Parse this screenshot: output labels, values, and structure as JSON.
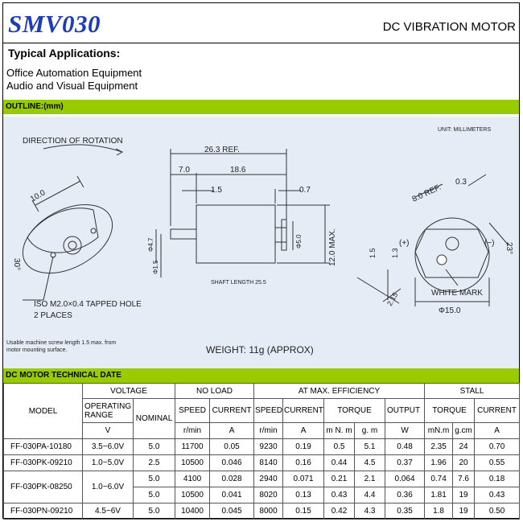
{
  "header": {
    "logo": "SMV030",
    "product_type": "DC VIBRATION MOTOR"
  },
  "applications": {
    "title": "Typical Applications:",
    "items": [
      "Office Automation Equipment",
      "Audio and Visual Equipment"
    ]
  },
  "outline": {
    "section_title": "OUTLINE:(mm)",
    "unit_note": "UNIT: MILLIMETERS",
    "direction_label": "DIRECTION OF ROTATION",
    "dims": {
      "d263": "26.3 REF.",
      "d70": "7.0",
      "d186": "18.6",
      "d15a": "1.5",
      "d07": "0.7",
      "d100": "10.0",
      "d30": "30°",
      "phi47": "Φ4.7",
      "phi15": "Φ1.5",
      "phi50": "Φ5.0",
      "d120": "12.0 MAX.",
      "shaft": "SHAFT LENGTH  25.5",
      "d80": "8.0 REF.",
      "d03": "0.3",
      "d23": "23°",
      "d15b": "1.5",
      "d13": "1.3",
      "d215": "2.15",
      "phi150": "Φ15.0",
      "plus": "(+)",
      "minus": "(−)"
    },
    "hole_label": "ISO M2.0×0.4 TAPPED HOLE",
    "places_label": "2 PLACES",
    "white_mark": "WHITE MARK",
    "note1": "Usable machine screw length 1.5 max. from",
    "note2": "motor mounting surface.",
    "weight": "WEIGHT: 11g (APPROX)"
  },
  "tech": {
    "section_title": "DC MOTOR TECHNICAL DATE",
    "groups": {
      "voltage": "VOLTAGE",
      "no_load": "NO LOAD",
      "max_eff": "AT MAX. EFFICIENCY",
      "stall": "STALL"
    },
    "cols": {
      "model": "MODEL",
      "operating_range": "OPERATING RANGE",
      "nominal": "NOMINAL",
      "speed": "SPEED",
      "current": "CURRENT",
      "torque": "TORQUE",
      "output": "OUTPUT"
    },
    "units": {
      "v": "V",
      "rmin": "r/min",
      "a": "A",
      "mnm": "m N. m",
      "gm": "g. m",
      "w": "W",
      "mnm2": "mN.m",
      "gcm": "g.cm"
    },
    "rows": [
      {
        "model": "FF-030PA-10180",
        "range": "3.5~6.0V",
        "nominal": "5.0",
        "nl_speed": "11700",
        "nl_current": "0.05",
        "me_speed": "9230",
        "me_current": "0.19",
        "me_torque_mnm": "0.5",
        "me_torque_gm": "5.1",
        "me_output": "0.48",
        "st_torque_mnm": "2.35",
        "st_torque_gcm": "24",
        "st_current": "0.70"
      },
      {
        "model": "FF-030PK-09210",
        "range": "1.0~5.0V",
        "nominal": "2.5",
        "nl_speed": "10500",
        "nl_current": "0.046",
        "me_speed": "8140",
        "me_current": "0.16",
        "me_torque_mnm": "0.44",
        "me_torque_gm": "4.5",
        "me_output": "0.37",
        "st_torque_mnm": "1.96",
        "st_torque_gcm": "20",
        "st_current": "0.55"
      },
      {
        "model": "FF-030PK-08250",
        "range": "1.0~6.0V",
        "nominal": "5.0",
        "nl_speed": "4100",
        "nl_current": "0.028",
        "me_speed": "2940",
        "me_current": "0.071",
        "me_torque_mnm": "0.21",
        "me_torque_gm": "2.1",
        "me_output": "0.064",
        "st_torque_mnm": "0.74",
        "st_torque_gcm": "7.6",
        "st_current": "0.18"
      },
      {
        "model": "",
        "range": "",
        "nominal": "5.0",
        "nl_speed": "10500",
        "nl_current": "0.041",
        "me_speed": "8020",
        "me_current": "0.13",
        "me_torque_mnm": "0.43",
        "me_torque_gm": "4.4",
        "me_output": "0.36",
        "st_torque_mnm": "1.81",
        "st_torque_gcm": "19",
        "st_current": "0.43"
      },
      {
        "model": "FF-030PN-09210",
        "range": "4.5~6V",
        "nominal": "5.0",
        "nl_speed": "10400",
        "nl_current": "0.045",
        "me_speed": "8000",
        "me_current": "0.15",
        "me_torque_mnm": "0.42",
        "me_torque_gm": "4.3",
        "me_output": "0.35",
        "st_torque_mnm": "1.8",
        "st_torque_gcm": "19",
        "st_current": "0.50"
      }
    ]
  }
}
